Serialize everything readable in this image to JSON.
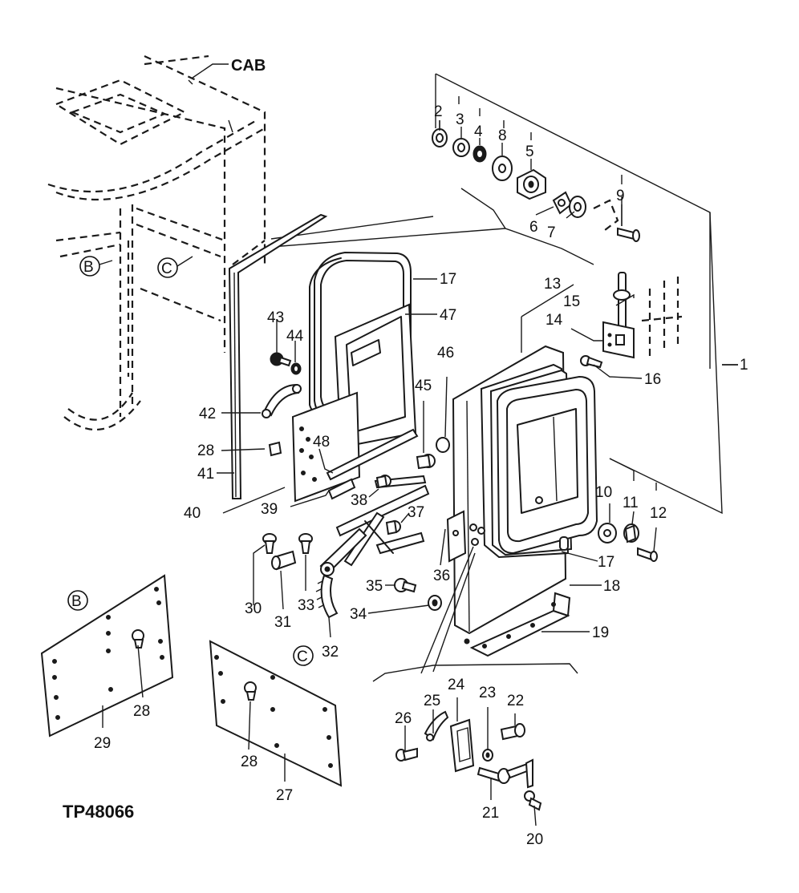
{
  "figure_id": "TP48066",
  "cab_label": "CAB",
  "view_refs": {
    "b": "B",
    "c": "C"
  },
  "callouts": {
    "p1": "1",
    "p2": "2",
    "p3": "3",
    "p4": "4",
    "p5": "5",
    "p6": "6",
    "p7": "7",
    "p8": "8",
    "p9": "9",
    "p10": "10",
    "p11": "11",
    "p12": "12",
    "p13": "13",
    "p14": "14",
    "p15": "15",
    "p16": "16",
    "p17": "17",
    "p18": "18",
    "p19": "19",
    "p20": "20",
    "p21": "21",
    "p22": "22",
    "p23": "23",
    "p24": "24",
    "p25": "25",
    "p26": "26",
    "p27": "27",
    "p28": "28",
    "p29": "29",
    "p30": "30",
    "p31": "31",
    "p32": "32",
    "p33": "33",
    "p34": "34",
    "p35": "35",
    "p36": "36",
    "p37": "37",
    "p38": "38",
    "p39": "39",
    "p40": "40",
    "p41": "41",
    "p42": "42",
    "p43": "43",
    "p44": "44",
    "p45": "45",
    "p46": "46",
    "p47": "47",
    "p48": "48"
  }
}
